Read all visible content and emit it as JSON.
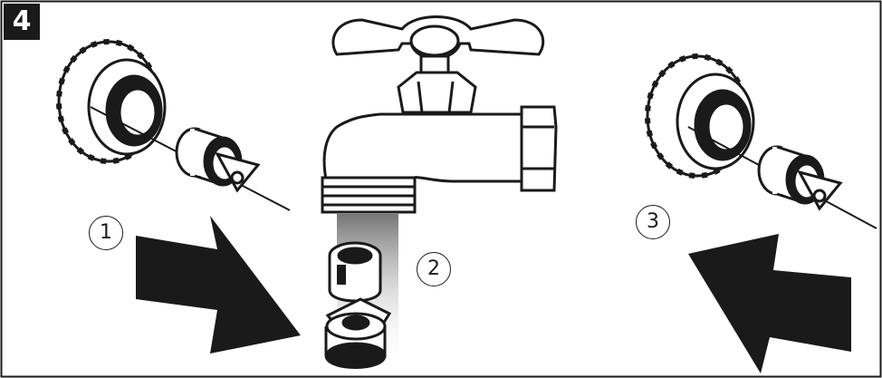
{
  "step_number": "4",
  "callouts": [
    "1",
    "2",
    "3"
  ],
  "colors": {
    "ink": "#1a1a1a",
    "paper": "#ffffff"
  }
}
